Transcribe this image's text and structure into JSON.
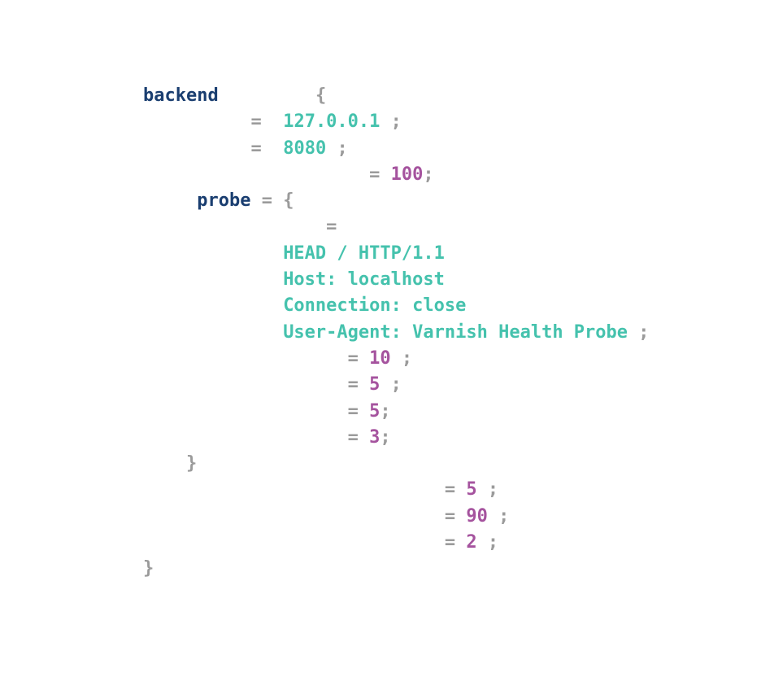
{
  "palette": {
    "background": "#ffffff",
    "keyword": "#1A3E70",
    "string": "#45C2AD",
    "number": "#A5539E",
    "punct": "#9B9B9B"
  },
  "code": {
    "lines": [
      [
        {
          "pad": 0,
          "t": "backend",
          "s": "keyword"
        },
        {
          "pad": 9,
          "t": "{",
          "s": "punct"
        }
      ],
      [
        {
          "pad": 10,
          "t": "=",
          "s": "punct"
        },
        {
          "pad": 2,
          "t": "127.0.0.1",
          "s": "string"
        },
        {
          "pad": 1,
          "t": ";",
          "s": "punct"
        }
      ],
      [
        {
          "pad": 10,
          "t": "=",
          "s": "punct"
        },
        {
          "pad": 2,
          "t": "8080",
          "s": "string"
        },
        {
          "pad": 1,
          "t": ";",
          "s": "punct"
        }
      ],
      [
        {
          "pad": 21,
          "t": "=",
          "s": "punct"
        },
        {
          "pad": 1,
          "t": "100",
          "s": "number"
        },
        {
          "pad": 0,
          "t": ";",
          "s": "punct"
        }
      ],
      [
        {
          "pad": 5,
          "t": "probe",
          "s": "keyword"
        },
        {
          "pad": 1,
          "t": "=",
          "s": "punct"
        },
        {
          "pad": 1,
          "t": "{",
          "s": "punct"
        }
      ],
      [
        {
          "pad": 17,
          "t": "=",
          "s": "punct"
        }
      ],
      [
        {
          "pad": 13,
          "t": "HEAD / HTTP/1.1",
          "s": "string"
        }
      ],
      [
        {
          "pad": 13,
          "t": "Host: localhost",
          "s": "string"
        }
      ],
      [
        {
          "pad": 13,
          "t": "Connection: close",
          "s": "string"
        }
      ],
      [
        {
          "pad": 13,
          "t": "User-Agent: Varnish Health Probe",
          "s": "string"
        },
        {
          "pad": 1,
          "t": ";",
          "s": "punct"
        }
      ],
      [
        {
          "pad": 19,
          "t": "=",
          "s": "punct"
        },
        {
          "pad": 1,
          "t": "10",
          "s": "number"
        },
        {
          "pad": 1,
          "t": ";",
          "s": "punct"
        }
      ],
      [
        {
          "pad": 19,
          "t": "=",
          "s": "punct"
        },
        {
          "pad": 1,
          "t": "5",
          "s": "number"
        },
        {
          "pad": 1,
          "t": ";",
          "s": "punct"
        }
      ],
      [
        {
          "pad": 19,
          "t": "=",
          "s": "punct"
        },
        {
          "pad": 1,
          "t": "5",
          "s": "number"
        },
        {
          "pad": 0,
          "t": ";",
          "s": "punct"
        }
      ],
      [
        {
          "pad": 19,
          "t": "=",
          "s": "punct"
        },
        {
          "pad": 1,
          "t": "3",
          "s": "number"
        },
        {
          "pad": 0,
          "t": ";",
          "s": "punct"
        }
      ],
      [
        {
          "pad": 4,
          "t": "}",
          "s": "punct"
        }
      ],
      [
        {
          "pad": 28,
          "t": "=",
          "s": "punct"
        },
        {
          "pad": 1,
          "t": "5",
          "s": "number"
        },
        {
          "pad": 1,
          "t": ";",
          "s": "punct"
        }
      ],
      [
        {
          "pad": 28,
          "t": "=",
          "s": "punct"
        },
        {
          "pad": 1,
          "t": "90",
          "s": "number"
        },
        {
          "pad": 1,
          "t": ";",
          "s": "punct"
        }
      ],
      [
        {
          "pad": 28,
          "t": "=",
          "s": "punct"
        },
        {
          "pad": 1,
          "t": "2",
          "s": "number"
        },
        {
          "pad": 1,
          "t": ";",
          "s": "punct"
        }
      ],
      [
        {
          "pad": 0,
          "t": "}",
          "s": "punct"
        }
      ]
    ]
  }
}
